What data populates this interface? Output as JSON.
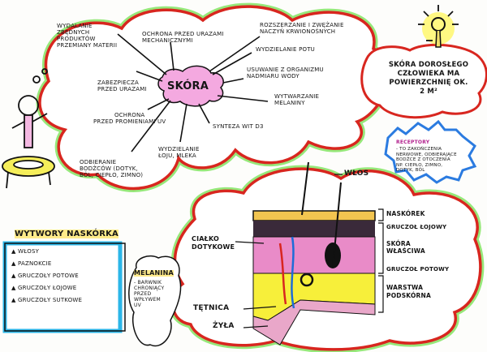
{
  "mindmap": {
    "center": "SKÓRA",
    "functions": [
      "WYDALANIE\nZBĘDNYCH\nPRODUKTÓW\nPRZEMIANY MATERII",
      "OCHRONA PRZED URAZAMI\nMECHANICZNYMI",
      "ROZSZERZANIE I ZWĘŻANIE\nNACZYŃ KRWIONOŚNYCH",
      "WYDZIELANIE POTU",
      "USUWANIE Z ORGANIZMU\nNADMIARU WODY",
      "WYTWARZANIE\nMELANINY",
      "SYNTEZA WIT D3",
      "WYDZIELANIE\nŁOJU, MLEKA",
      "ODBIERANIE\nBODŹCÓW (DOTYK,\nBÓL, CIEPŁO, ZIMNO)",
      "OCHRONA\nPRZED PROMIENIAMI UV",
      "ZABEZPIECZA\nPRZED URAZAMI"
    ]
  },
  "fact": "SKÓRA DOROSŁEGO\nCZŁOWIEKA MA\nPOWIERZCHNIĘ OK.\n2 m²",
  "receptors": {
    "title": "RECEPTORY",
    "text": "- TO ZAKOŃCZENIA\nNERWOWE, ODBIERAJĄCE\nBODŹCE Z OTOCZENIA\nNP. CIEPŁO, ZIMNO,\nDOTYK, BÓL"
  },
  "products": {
    "title": "WYTWORY NASKÓRKA",
    "items": [
      "WŁOSY",
      "PAZNOKCIE",
      "GRUCZOŁY POTOWE",
      "GRUCZOŁY ŁOJOWE",
      "GRUCZOŁY SUTKOWE"
    ]
  },
  "melanin": {
    "title": "MELANINA",
    "text": "- BARWNIK\nCHRONIĄCY\nPRZED\nWPŁYWEM\nUV"
  },
  "skin_diagram": {
    "labels": {
      "hair": "WŁOS",
      "epidermis": "NASKÓREK",
      "sebaceous": "GRUCZOŁ ŁOJOWY",
      "dermis": "SKÓRA\nWŁAŚCIWA",
      "sweat": "GRUCZOŁ POTOWY",
      "hypodermis": "WARSTWA\nPODSKÓRNA",
      "touch": "CIAŁKO\nDOTYKOWE",
      "artery": "TĘTNICA",
      "vein": "ŻYŁA"
    }
  },
  "colors": {
    "cloud_outline": "#d8261f",
    "cloud_glow": "#7de35a",
    "highlight": "#ffe25a",
    "center": "#f4a9e0",
    "box": "#2bb6e8",
    "skin_pink": "#e98bc8",
    "fat_yellow": "#f7ef3a"
  }
}
